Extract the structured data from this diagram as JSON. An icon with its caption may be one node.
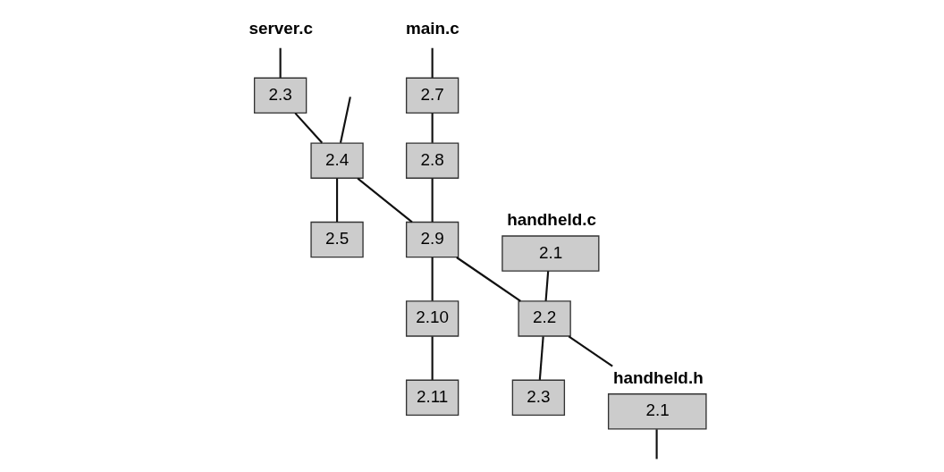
{
  "diagram": {
    "nodes": [
      {
        "text": [
          "server.c"
        ]
      },
      {
        "text": [
          "2.3"
        ]
      },
      {
        "text": [
          "2.4"
        ]
      },
      {
        "text": [
          "2.5"
        ]
      },
      {
        "text": [
          "main.c"
        ]
      },
      {
        "text": [
          "2.7"
        ]
      },
      {
        "text": [
          "2.8"
        ]
      },
      {
        "text": [
          "2.9"
        ]
      },
      {
        "text": [
          "2.10"
        ]
      },
      {
        "text": [
          "2.11"
        ]
      },
      {
        "text": [
          "2.1"
        ],
        "beside": [
          "handheld.c"
        ]
      },
      {
        "text": [
          "2.2"
        ]
      },
      {
        "text": [
          "2.3"
        ]
      },
      {
        "text": [
          "2.1"
        ],
        "beside": [
          "handheld.h"
        ]
      }
    ],
    "edges": [
      {
        "from": 0,
        "to": 1,
        "arrow": "none"
      },
      {
        "from": 1,
        "to": 2,
        "arrow": "none"
      },
      {
        "from": 2,
        "to": 3,
        "arrow": "none"
      },
      {
        "from": null,
        "to": 2,
        "arrow": "none"
      },
      {
        "from": 2,
        "to": 7,
        "arrow": "none"
      },
      {
        "from": 4,
        "to": 5,
        "arrow": "none"
      },
      {
        "from": 5,
        "to": 6,
        "arrow": "none"
      },
      {
        "from": 6,
        "to": 7,
        "arrow": "none"
      },
      {
        "from": 7,
        "to": 8,
        "arrow": "none"
      },
      {
        "from": 8,
        "to": 9,
        "arrow": "none"
      },
      {
        "from": 7,
        "to": 11,
        "arrow": "none"
      },
      {
        "from": 10,
        "to": 11,
        "arrow": "none"
      },
      {
        "from": 11,
        "to": 12,
        "arrow": "none"
      },
      {
        "from": 11,
        "to": 13,
        "arrow": "none"
      },
      {
        "from": 13,
        "to": null,
        "arrow": "none"
      }
    ]
  }
}
